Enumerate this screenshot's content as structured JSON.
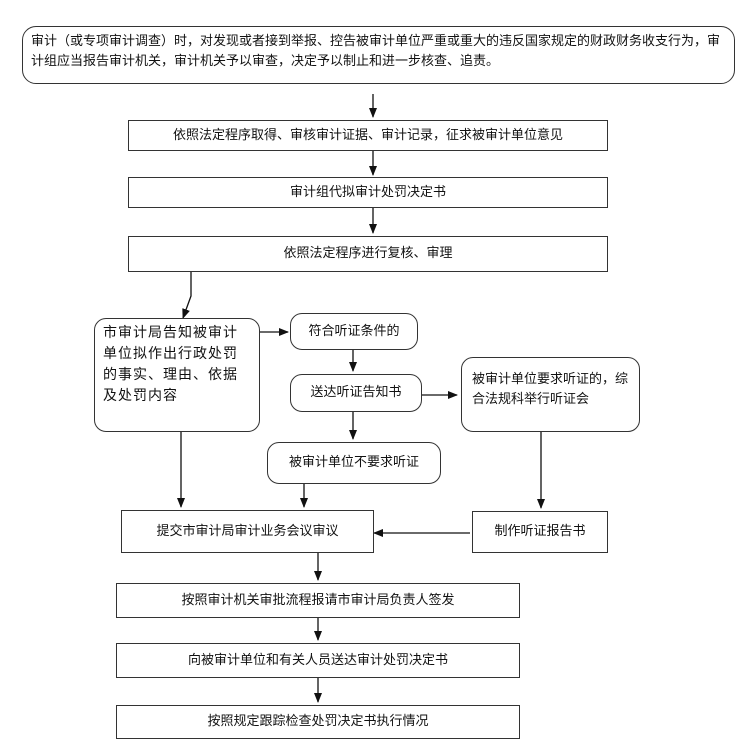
{
  "nodes": {
    "start": "审计（或专项审计调查）时，对发现或者接到举报、控告被审计单位严重或重大的违反国家规定的财政财务收支行为，审计组应当报告审计机关，审计机关予以审查，决定予以制止和进一步核查、追责。",
    "evidence": "依照法定程序取得、审核审计证据、审计记录，征求被审计单位意见",
    "draft": "审计组代拟审计处罚决定书",
    "review": "依照法定程序进行复核、审理",
    "notify": "市审计局告知被审计单位拟作出行政处罚的事实、理由、依据及处罚内容",
    "hearing_eligible": "符合听证条件的",
    "hearing_notice": "送达听证告知书",
    "hearing_request": "被审计单位要求听证的，综合法规科举行听证会",
    "no_hearing": "被审计单位不要求听证",
    "submit_meeting": "提交市审计局审计业务会议审议",
    "hearing_report": "制作听证报告书",
    "sign_off": "按照审计机关审批流程报请市审计局负责人签发",
    "deliver": "向被审计单位和有关人员送达审计处罚决定书",
    "track": "按照规定跟踪检查处罚决定书执行情况"
  }
}
